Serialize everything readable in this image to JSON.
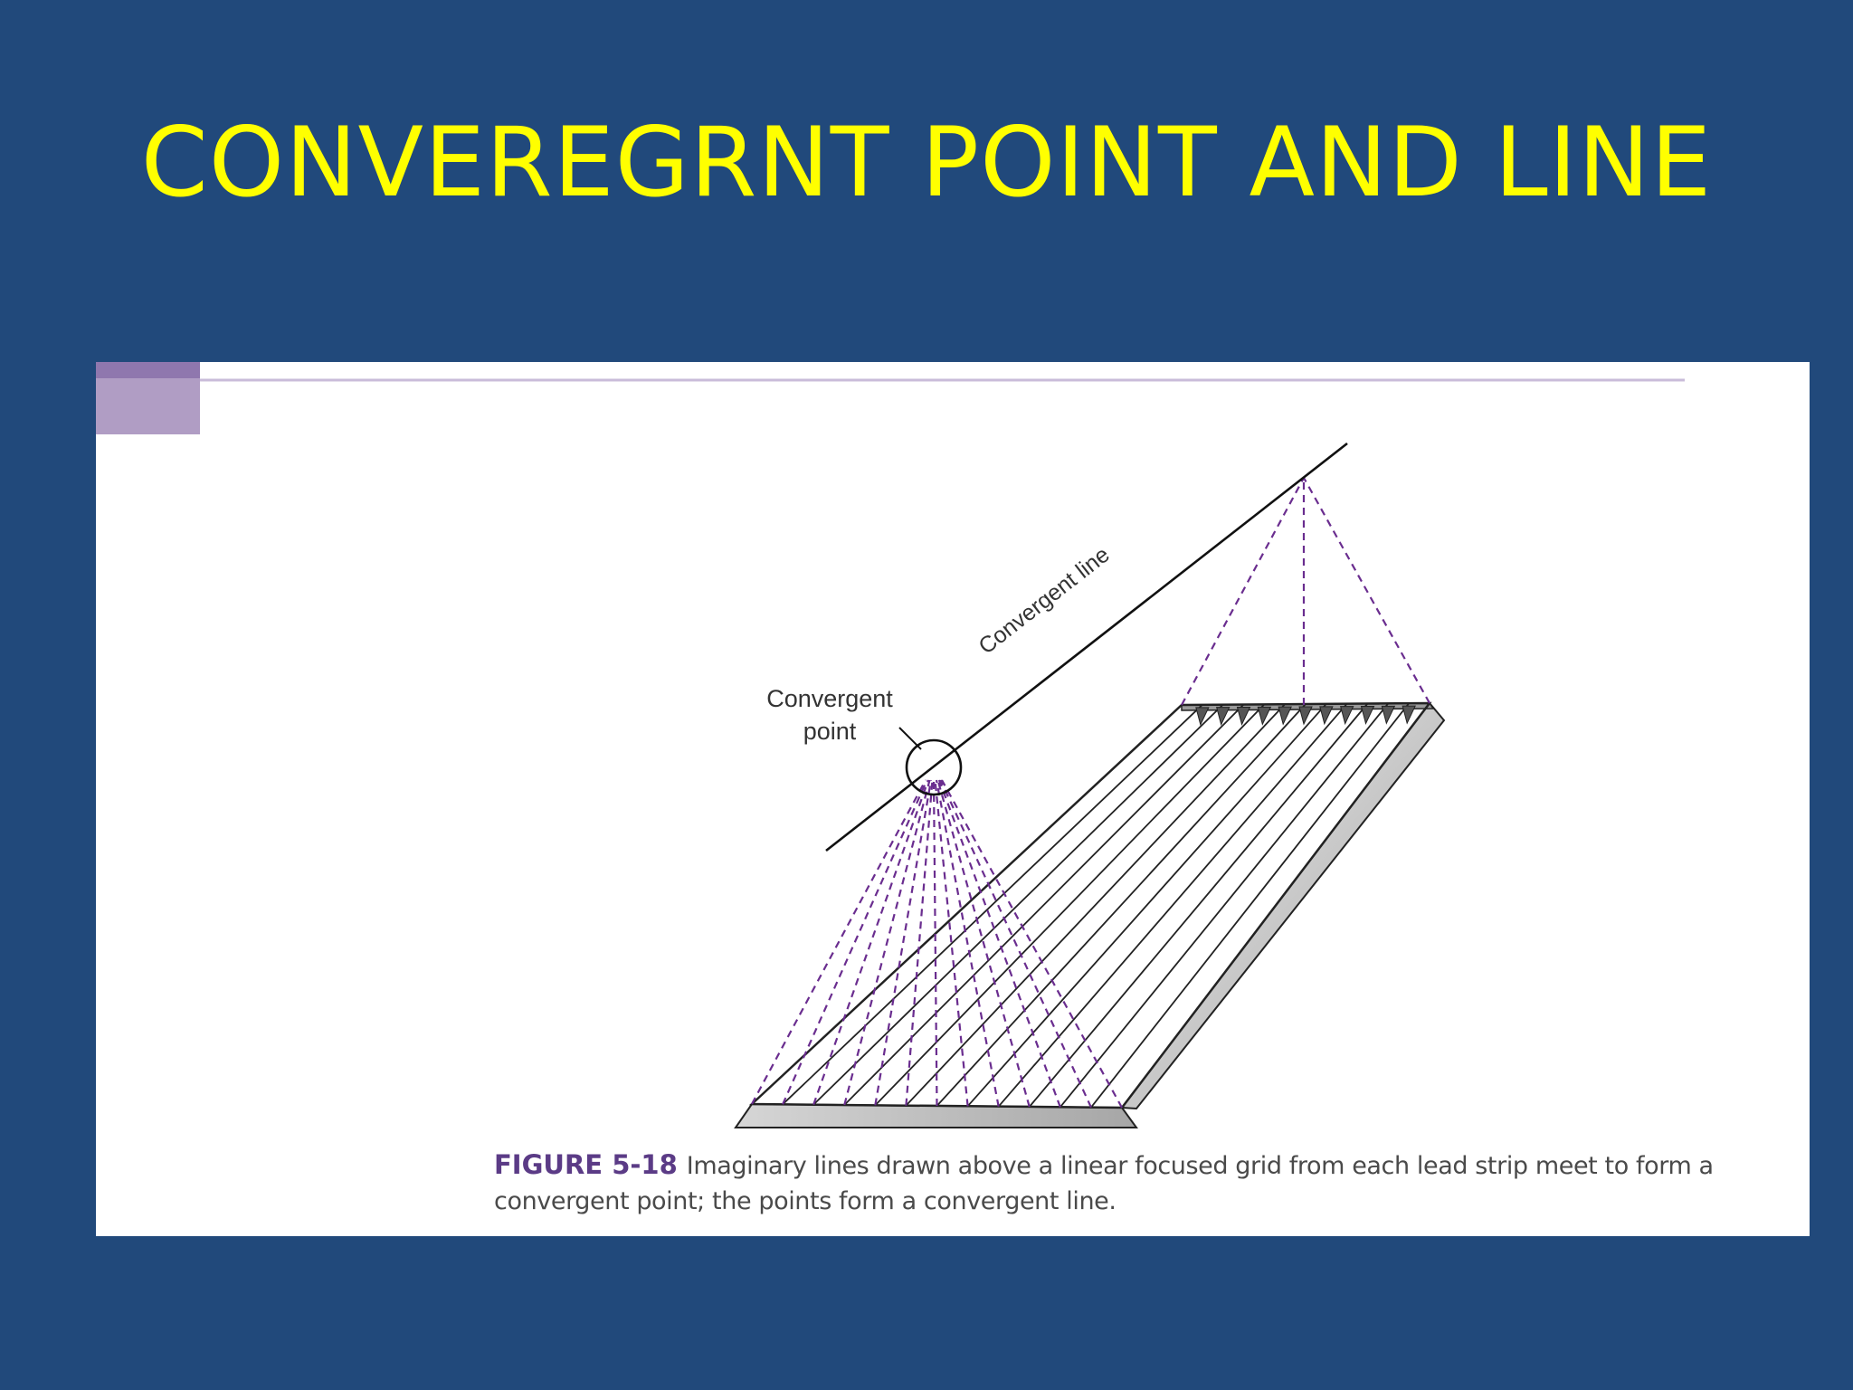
{
  "slide": {
    "title": "CONVEREGRNT POINT AND LINE"
  },
  "figure": {
    "labels": {
      "convergent_point_line1": "Convergent",
      "convergent_point_line2": "point",
      "convergent_line": "Convergent line"
    },
    "caption": {
      "label": "FIGURE 5-18",
      "text": "Imaginary lines drawn above a linear focused grid from each lead strip meet to form a convergent point; the points form a convergent line."
    },
    "colors": {
      "background": "#21497b",
      "title": "#ffff00",
      "dashed_rays": "#6a2d8f",
      "caption_label": "#5b3b86",
      "page_tab": "#b09dc4"
    }
  }
}
